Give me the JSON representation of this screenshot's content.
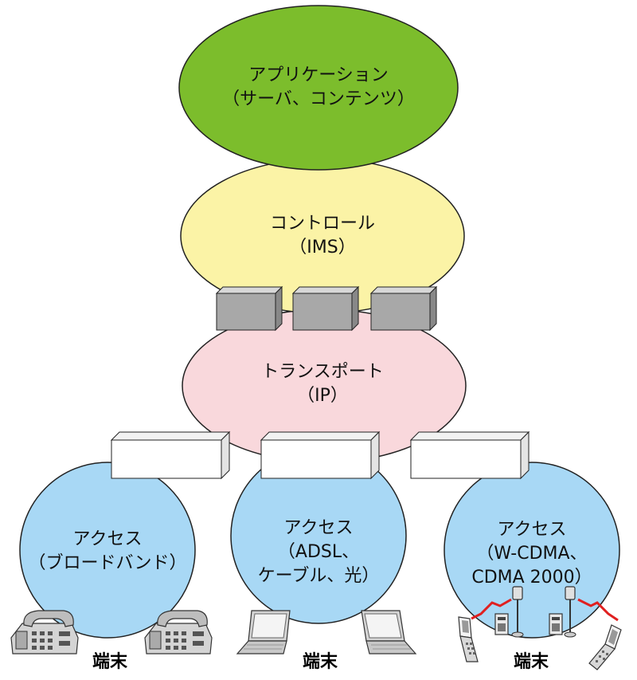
{
  "layers": {
    "application": {
      "line1": "アプリケーション",
      "line2": "（サーバ、コンテンツ）",
      "color": "#7cbd2c"
    },
    "control": {
      "line1": "コントロール",
      "line2": "（IMS）",
      "color": "#fbf3a6"
    },
    "transport": {
      "line1": "トランスポート",
      "line2": "（IP）",
      "color": "#f9d8dc"
    }
  },
  "access": [
    {
      "line1": "アクセス",
      "line2": "（ブロードバンド）",
      "line3": "",
      "terminal_icon": "desk-phone-icon"
    },
    {
      "line1": "アクセス",
      "line2": "（ADSL、",
      "line3": "ケーブル、光）",
      "terminal_icon": "laptop-icon"
    },
    {
      "line1": "アクセス",
      "line2": "（W-CDMA、",
      "line3": "CDMA 2000）",
      "terminal_icon": "mobile-phone-icon"
    }
  ],
  "terminal_label": "端末",
  "colors": {
    "access_circle": "#a8d8f5",
    "server_box": "#a8a8a8",
    "gateway_box": "#ffffff",
    "radio_signal": "#e02020"
  }
}
